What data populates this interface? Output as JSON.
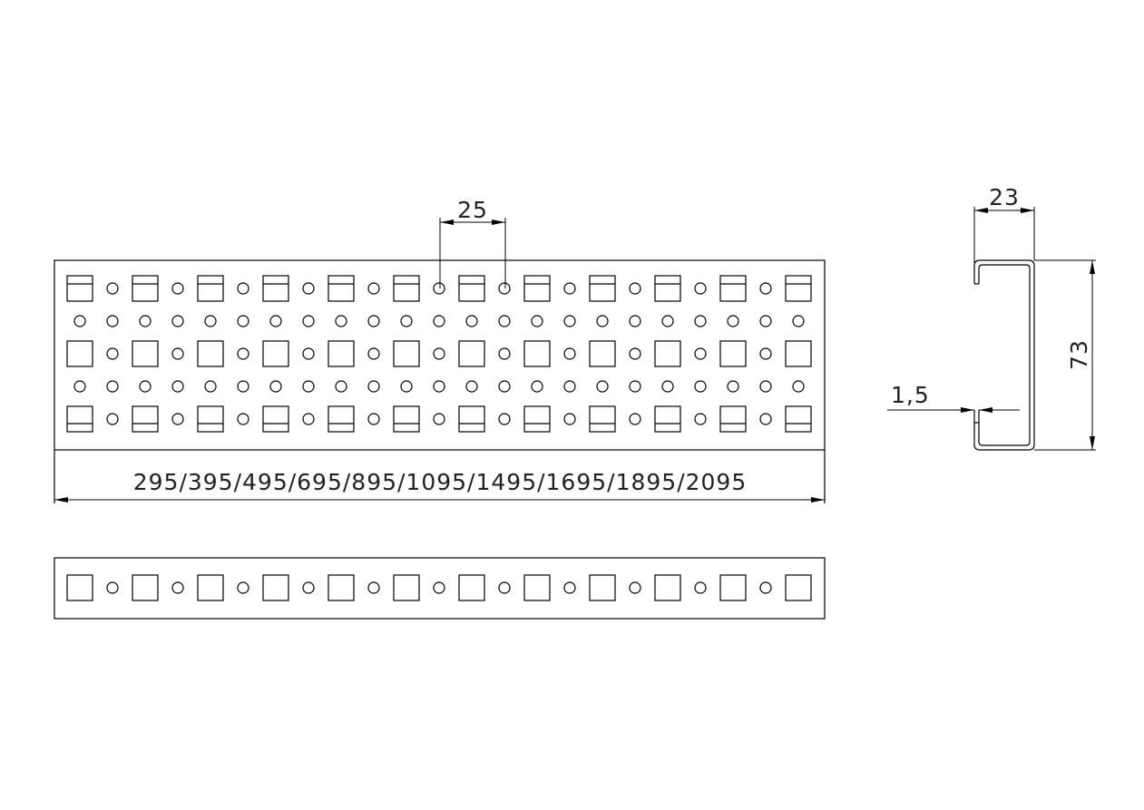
{
  "drawing": {
    "length_options_label": "295/395/495/695/895/1095/1495/1695/1895/2095",
    "hole_pitch_label": "25",
    "profile_width_label": "23",
    "profile_height_label": "73",
    "thickness_label": "1,5",
    "hole_columns": 23,
    "hole_rows_top_view": 5
  }
}
